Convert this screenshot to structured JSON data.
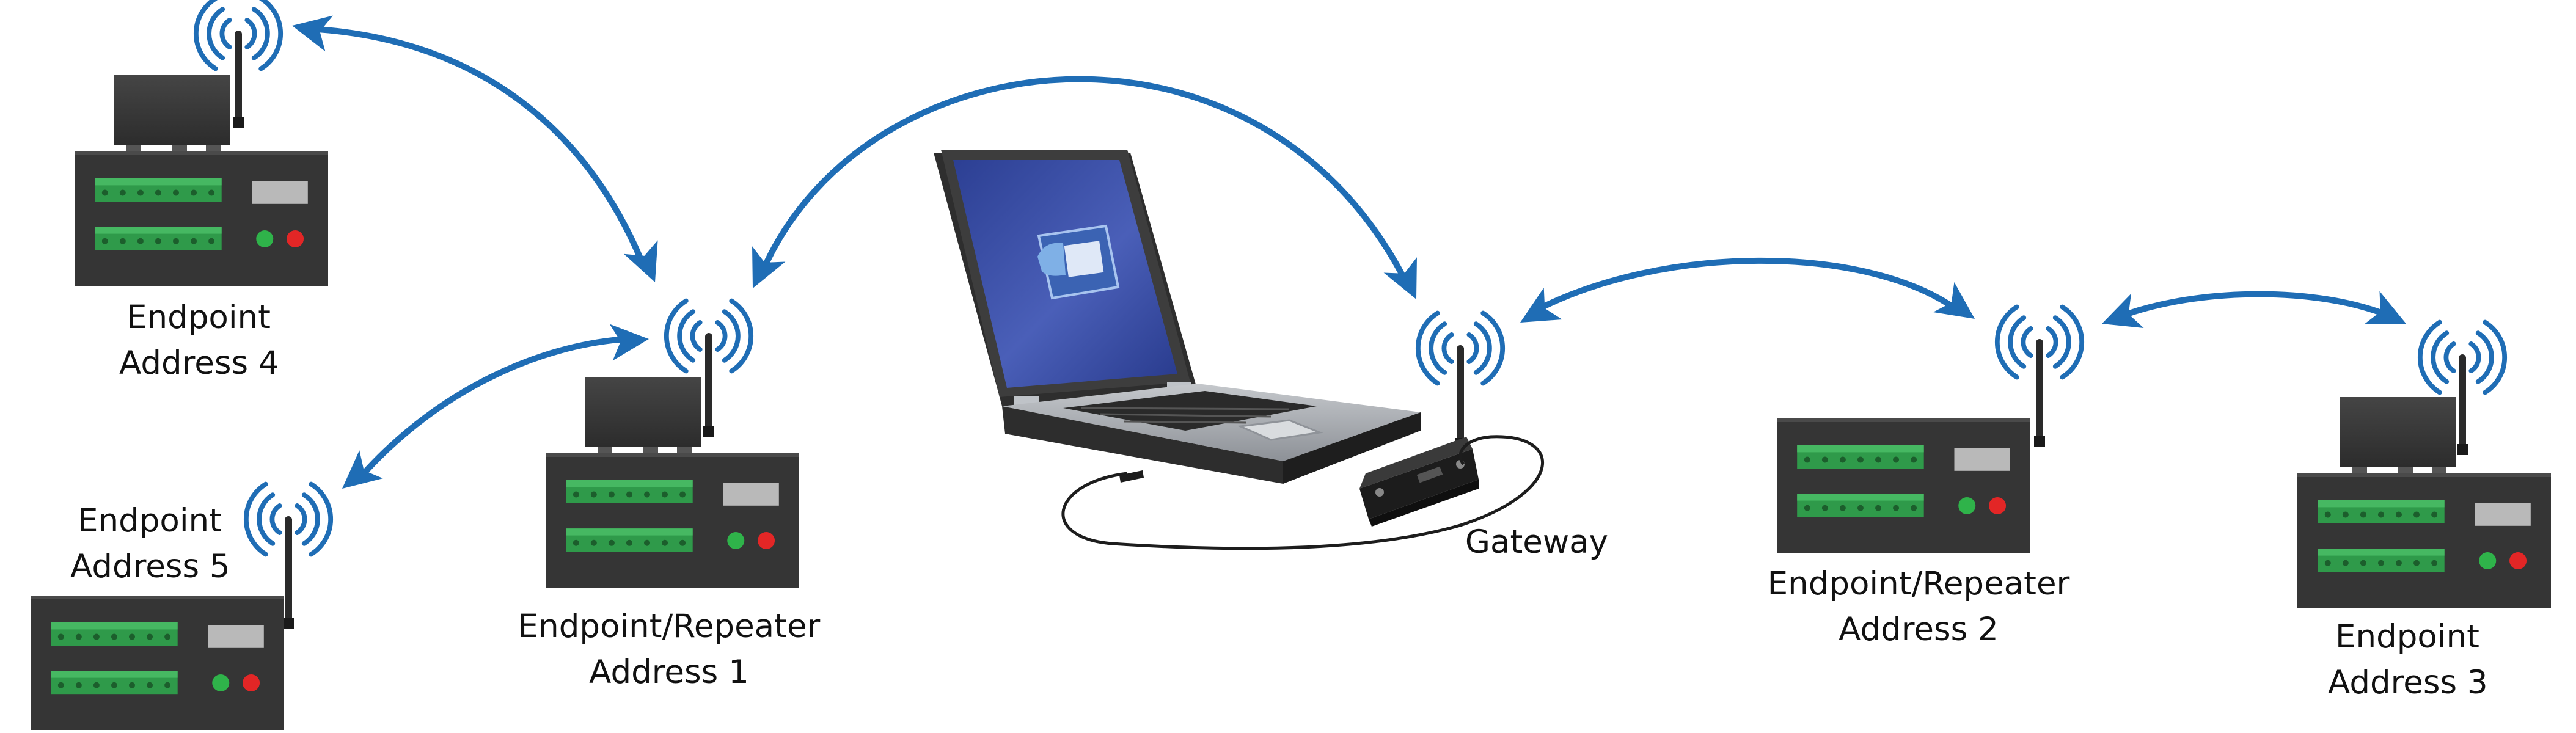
{
  "nodes": {
    "endpoint_4": {
      "line1": "Endpoint",
      "line2": "Address 4"
    },
    "endpoint_5": {
      "line1": "Endpoint",
      "line2": "Address 5"
    },
    "repeater_1": {
      "line1": "Endpoint/Repeater",
      "line2": "Address 1"
    },
    "gateway": {
      "line1": "Gateway"
    },
    "repeater_2": {
      "line1": "Endpoint/Repeater",
      "line2": "Address 2"
    },
    "endpoint_3": {
      "line1": "Endpoint",
      "line2": "Address 3"
    }
  },
  "colors": {
    "arrow": "#1f6db5",
    "device_body": "#353535",
    "device_box": "#3a3a3a",
    "terminal": "#2f9a4a",
    "terminal_pin": "#1c5e2c",
    "display": "#b9b9b9",
    "led_green": "#2fb34a",
    "led_red": "#e32626",
    "laptop_shell": "#3c3c3c",
    "laptop_deck": "#a9adb3",
    "screen": "#3c4fa6",
    "cable": "#222222"
  },
  "icons": [
    "antenna-icon",
    "wifi-wave-icon",
    "laptop-icon",
    "gateway-modem-icon",
    "arrow-icon"
  ]
}
